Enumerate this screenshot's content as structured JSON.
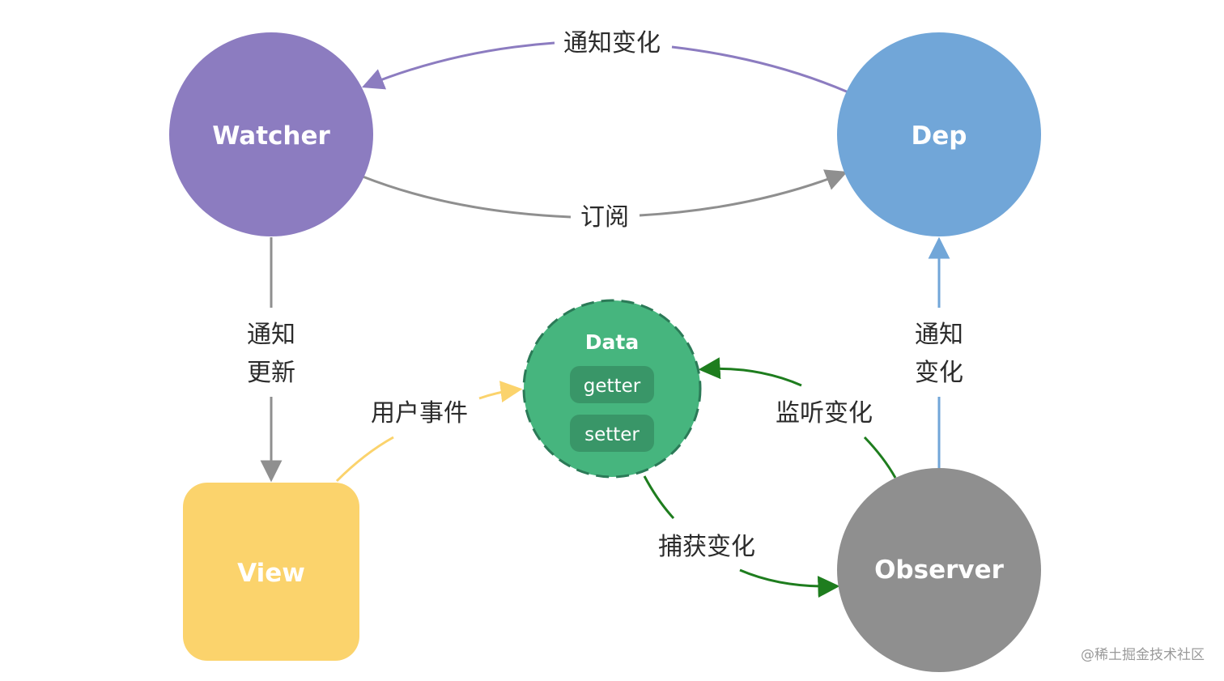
{
  "nodes": {
    "watcher": {
      "label": "Watcher",
      "color": "#8c7cc0"
    },
    "dep": {
      "label": "Dep",
      "color": "#71a6d8"
    },
    "data": {
      "label": "Data",
      "color": "#46b57e",
      "border": "#2b7a57",
      "getter": "getter",
      "setter": "setter"
    },
    "view": {
      "label": "View",
      "color": "#fbd36c"
    },
    "observer": {
      "label": "Observer",
      "color": "#8f8f8f"
    }
  },
  "edges": {
    "notify_change_top": {
      "label": "通知变化",
      "color": "#8c7cc0"
    },
    "subscribe": {
      "label": "订阅",
      "color": "#8f8f8f"
    },
    "notify_update": {
      "label_line1": "通知",
      "label_line2": "更新",
      "color": "#8f8f8f"
    },
    "notify_change_right": {
      "label_line1": "通知",
      "label_line2": "变化",
      "color": "#71a6d8"
    },
    "user_event": {
      "label": "用户事件",
      "color": "#fbd36c"
    },
    "listen_change": {
      "label": "监听变化",
      "color": "#1e7d1e"
    },
    "capture_change": {
      "label": "捕获变化",
      "color": "#1e7d1e"
    }
  },
  "watermark": "@稀土掘金技术社区"
}
